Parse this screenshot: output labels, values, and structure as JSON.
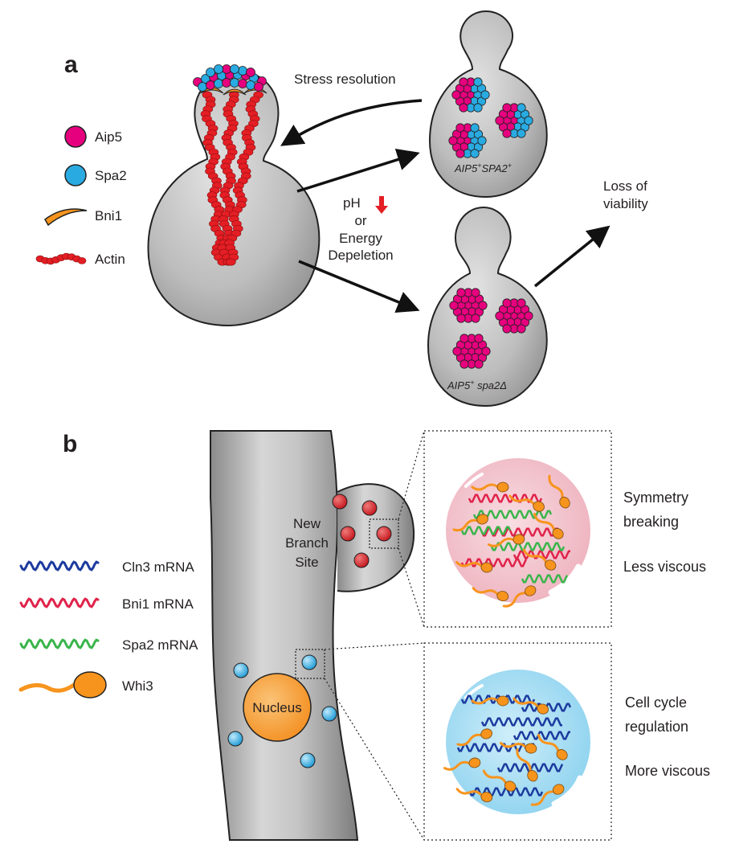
{
  "panel_a": {
    "letter": "a",
    "legend": [
      {
        "label": "Aip5",
        "icon": "magenta-dot-icon"
      },
      {
        "label": "Spa2",
        "icon": "cyan-dot-icon"
      },
      {
        "label": "Bni1",
        "icon": "orange-crescent-icon"
      },
      {
        "label": "Actin",
        "icon": "actin-filament-icon"
      }
    ],
    "stress_resolution": "Stress resolution",
    "stress_lines": [
      "pH",
      "or",
      "Energy",
      "Depeletion"
    ],
    "loss_lines": [
      "Loss of",
      "viability"
    ],
    "cell_top_genotype": {
      "base": "AIP5",
      "sup1": "+",
      "mid": "SPA2",
      "sup2": "+"
    },
    "cell_bottom_genotype": {
      "base": "AIP5",
      "sup1": "+",
      "rest": " spa2Δ"
    }
  },
  "panel_b": {
    "letter": "b",
    "legend": [
      {
        "label": "Cln3 mRNA",
        "icon": "blue-wave-icon"
      },
      {
        "label": "Bni1 mRNA",
        "icon": "red-wave-icon"
      },
      {
        "label": "Spa2 mRNA",
        "icon": "green-wave-icon"
      },
      {
        "label": "Whi3",
        "icon": "whi3-protein-icon"
      }
    ],
    "branch_lines": [
      "New",
      "Branch",
      "Site"
    ],
    "nucleus": "Nucleus",
    "top_box": {
      "line1": "Symmetry",
      "line2": "breaking",
      "line3": "Less viscous"
    },
    "bottom_box": {
      "line1": "Cell cycle",
      "line2": "regulation",
      "line3": "More viscous"
    }
  },
  "colors": {
    "aip5": "#e6007e",
    "spa2": "#29abe2",
    "bni1": "#f7941d",
    "actin": "#e31e24",
    "cell_fill": "#b3b3b3",
    "cln3_mrna": "#1b3a9e",
    "bni1_mrna": "#e0224a",
    "spa2_mrna": "#39b54a",
    "whi3": "#f7941d",
    "less_viscous": "#f2c4cb",
    "more_viscous": "#a9def2"
  }
}
